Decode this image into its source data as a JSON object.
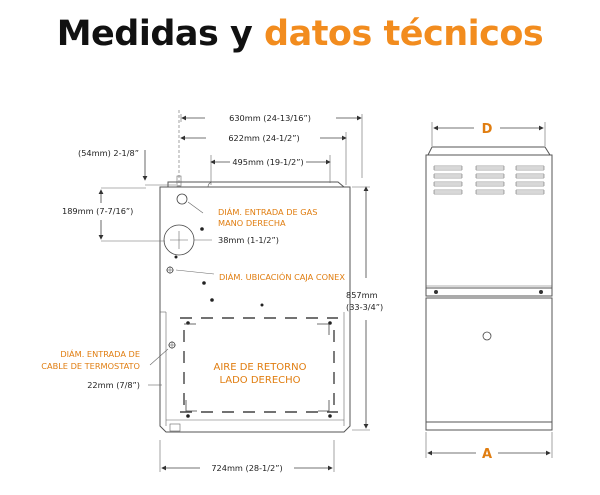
{
  "title": {
    "part1": "Medidas y ",
    "part2": "datos técnicos"
  },
  "colors": {
    "accent": "#f28c1e",
    "text": "#111111"
  },
  "side_view": {
    "dims": {
      "width_630": "630mm (24-13/16”)",
      "width_622": "622mm (24-1/2”)",
      "top_54": "(54mm) 2-1/8”",
      "width_495": "495mm (19-1/2”)",
      "height_189": "189mm (7-7/16”)",
      "diam_38": "38mm (1-1/2”)",
      "height_857_a": "857mm",
      "height_857_b": "(33-3/4”)",
      "diam_22": "22mm (7/8”)",
      "width_724": "724mm (28-1/2”)"
    },
    "notes": {
      "gas_line1": "DIÁM. ENTRADA DE GAS",
      "gas_line2": "MANO DERECHA",
      "conex": "DIÁM. UBICACIÓN CAJA CONEX",
      "thermostat_line1": "DIÁM. ENTRADA DE",
      "thermostat_line2": "CABLE DE TERMOSTATO",
      "return_line1": "AIRE DE RETORNO",
      "return_line2": "LADO DERECHO"
    }
  },
  "front_view": {
    "label_top": "D",
    "label_bottom": "A"
  }
}
